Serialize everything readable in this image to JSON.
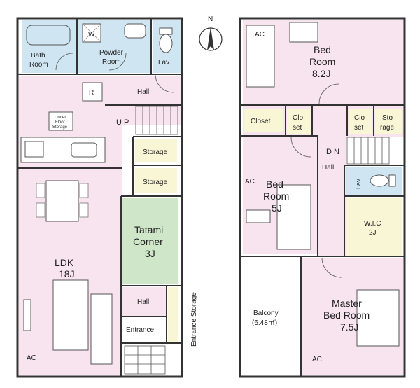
{
  "compass": {
    "north": "N"
  },
  "colors": {
    "blue": "#cfe6f2",
    "pink": "#f8e4ee",
    "green": "#cfe6c8",
    "yellow": "#f9f6d6",
    "wall": "#333333"
  },
  "floor1": {
    "bath": [
      "Bath",
      "Room"
    ],
    "washer": "W",
    "powder": [
      "Powder",
      "Room"
    ],
    "lav": "Lav.",
    "r_mark": "R",
    "hall": "Hall",
    "underfloor": [
      "Under",
      "Floor",
      "Storage"
    ],
    "up": "U P",
    "storage_a": "Storage",
    "storage_b": "Storage",
    "tatami": [
      "Tatami",
      "Corner",
      "3J"
    ],
    "ldk": [
      "LDK",
      "18J"
    ],
    "hall_lower": "Hall",
    "entrance": "Entrance",
    "entrance_storage": "Entrance Storage",
    "ac": "AC"
  },
  "floor2": {
    "bed1": [
      "Bed",
      "Room",
      "8.2J"
    ],
    "ac_bed1": "AC",
    "closet": "Closet",
    "closet_a": [
      "Clo",
      "set"
    ],
    "closet_b": [
      "Clo",
      "set"
    ],
    "storage": [
      "Sto",
      "rage"
    ],
    "dn": "D N",
    "hall": "Hall",
    "lav": "Lav",
    "bed2": [
      "Bed",
      "Room",
      "5J"
    ],
    "ac_bed2": "AC",
    "wic": [
      "W.I.C",
      "2J"
    ],
    "balcony": [
      "Balcony",
      "(6.48㎡)"
    ],
    "master": [
      "Master",
      "Bed Room",
      "7.5J"
    ],
    "ac_master": "AC"
  }
}
